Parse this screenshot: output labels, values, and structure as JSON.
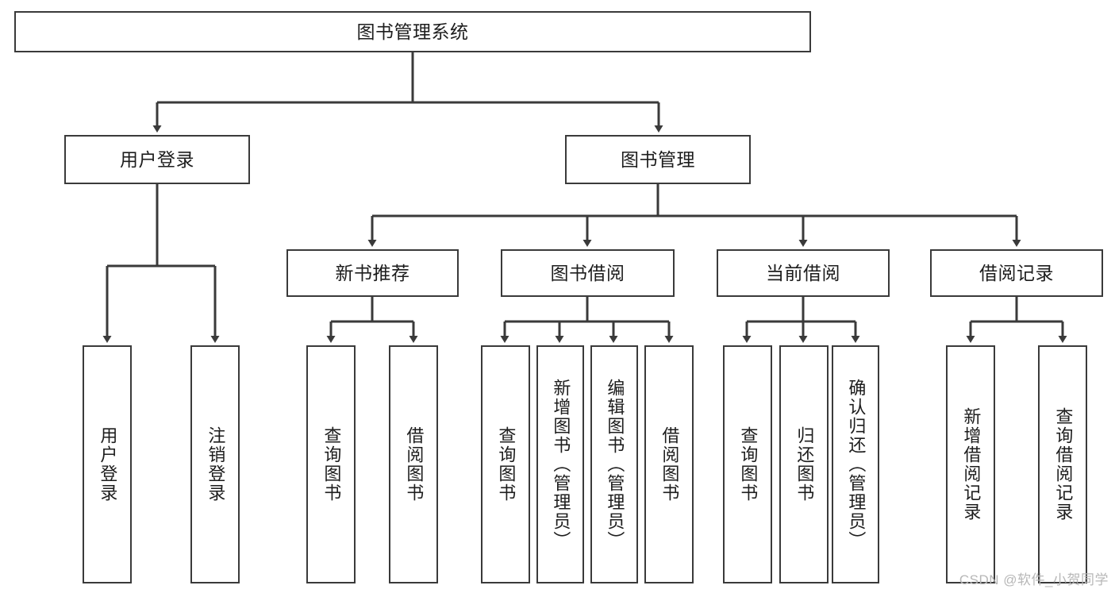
{
  "diagram": {
    "title": "图书管理系统",
    "type": "hierarchy-tree",
    "levels": 4,
    "root": {
      "label": "图书管理系统"
    },
    "level2": [
      {
        "label": "用户登录"
      },
      {
        "label": "图书管理"
      }
    ],
    "level3": [
      {
        "label": "新书推荐"
      },
      {
        "label": "图书借阅"
      },
      {
        "label": "当前借阅"
      },
      {
        "label": "借阅记录"
      }
    ],
    "leaves": [
      {
        "label": "用户登录"
      },
      {
        "label": "注销登录"
      },
      {
        "label": "查询图书"
      },
      {
        "label": "借阅图书"
      },
      {
        "label": "查询图书"
      },
      {
        "label": "新增图书（管理员）"
      },
      {
        "label": "编辑图书（管理员）"
      },
      {
        "label": "借阅图书"
      },
      {
        "label": "查询图书"
      },
      {
        "label": "归还图书"
      },
      {
        "label": "确认归还（管理员）"
      },
      {
        "label": "新增借阅记录"
      },
      {
        "label": "查询借阅记录"
      }
    ]
  },
  "watermark": {
    "text": "CSDN @软件_小贺同学"
  },
  "colors": {
    "stroke": "#3a3a3a",
    "box_fill": "#ffffff",
    "text": "#1d1d1d",
    "watermark": "#b7b7b7",
    "background": "#ffffff"
  }
}
